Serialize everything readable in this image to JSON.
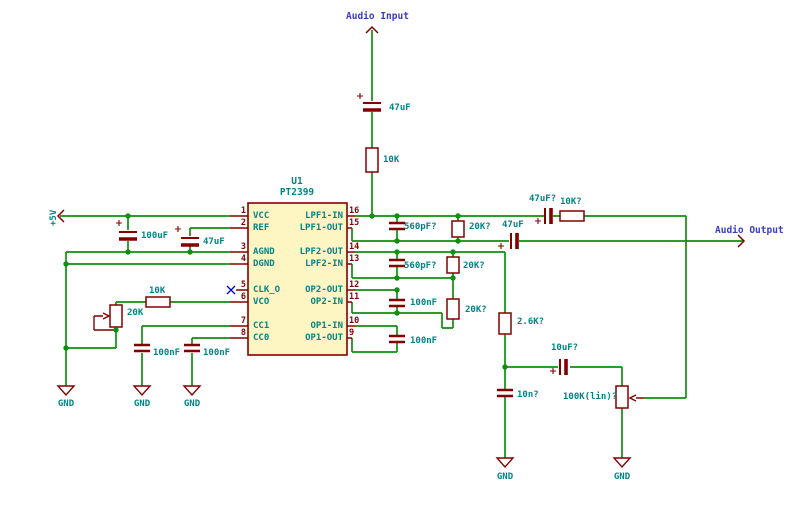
{
  "ports": {
    "input": "Audio Input",
    "output": "Audio Output"
  },
  "power": {
    "rail": "+5V",
    "ground": "GND"
  },
  "ic": {
    "reference": "U1",
    "value": "PT2399",
    "left_pins": [
      {
        "num": "1",
        "name": "VCC"
      },
      {
        "num": "2",
        "name": "REF"
      },
      {
        "num": "3",
        "name": "AGND"
      },
      {
        "num": "4",
        "name": "DGND"
      },
      {
        "num": "5",
        "name": "CLK_O"
      },
      {
        "num": "6",
        "name": "VCO"
      },
      {
        "num": "7",
        "name": "CC1"
      },
      {
        "num": "8",
        "name": "CC0"
      }
    ],
    "right_pins": [
      {
        "num": "16",
        "name": "LPF1-IN"
      },
      {
        "num": "15",
        "name": "LPF1-OUT"
      },
      {
        "num": "14",
        "name": "LPF2-OUT"
      },
      {
        "num": "13",
        "name": "LPF2-IN"
      },
      {
        "num": "12",
        "name": "OP2-OUT"
      },
      {
        "num": "11",
        "name": "OP2-IN"
      },
      {
        "num": "10",
        "name": "OP1-IN"
      },
      {
        "num": "9",
        "name": "OP1-OUT"
      }
    ]
  },
  "components": {
    "c_in": "47uF",
    "r_in": "10K",
    "c_bulk": "100uF",
    "c_ref": "47uF",
    "r_vco": "10K",
    "pot_delay": "20K",
    "c_cc1": "100nF",
    "c_cc0": "100nF",
    "c_lpf1": "560pF?",
    "r_lpf1": "20K?",
    "c_lpf2": "560pF?",
    "r_lpf2": "20K?",
    "c_op2": "100nF",
    "r_op2": "20K?",
    "c_op1": "100nF",
    "c_out": "47uF",
    "c_fb": "47uF?",
    "r_fb": "10K?",
    "r_send": "2.6K?",
    "c_send": "10uF?",
    "c_tone": "10n?",
    "pot_fb": "100K(lin)?"
  },
  "colors": {
    "wire_green": "#0f8f0f",
    "symbol_red": "#840000",
    "value_teal": "#008484",
    "net_label_blue": "#3a3ac8",
    "ic_fill_yellow": "#fdf6c3",
    "no_connect_blue": "#0000c8"
  }
}
